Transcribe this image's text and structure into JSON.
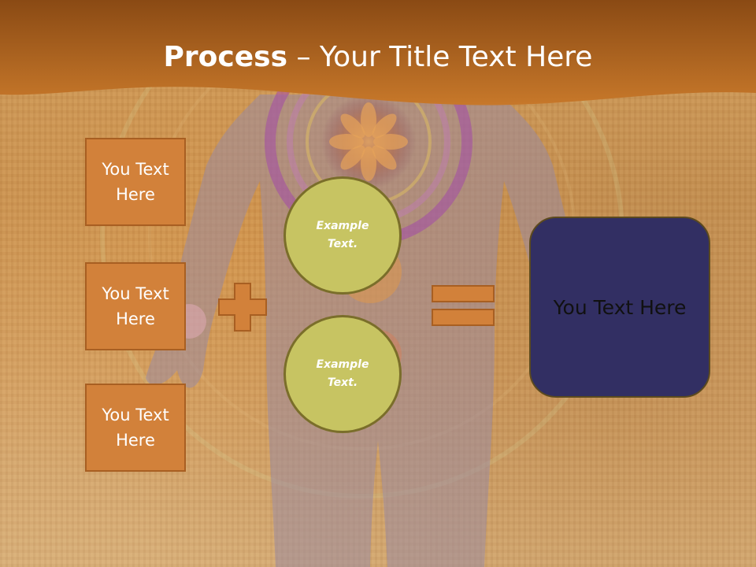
{
  "slide": {
    "title_bold": "Process",
    "title_sep": " – ",
    "title_rest": "Your Title Text Here"
  },
  "left_boxes": [
    "You Text Here",
    "You Text Here",
    "You Text Here"
  ],
  "circles": [
    "Example Text.",
    "Example Text."
  ],
  "result_box": "You Text Here",
  "colors": {
    "header": "#b86d1e",
    "box_fill": "#d2813a",
    "circle_fill": "#c7c462",
    "result_fill": "#322f63",
    "operator": "#d2813a"
  },
  "icons": {
    "plus": "plus-icon",
    "equals": "equals-icon"
  }
}
